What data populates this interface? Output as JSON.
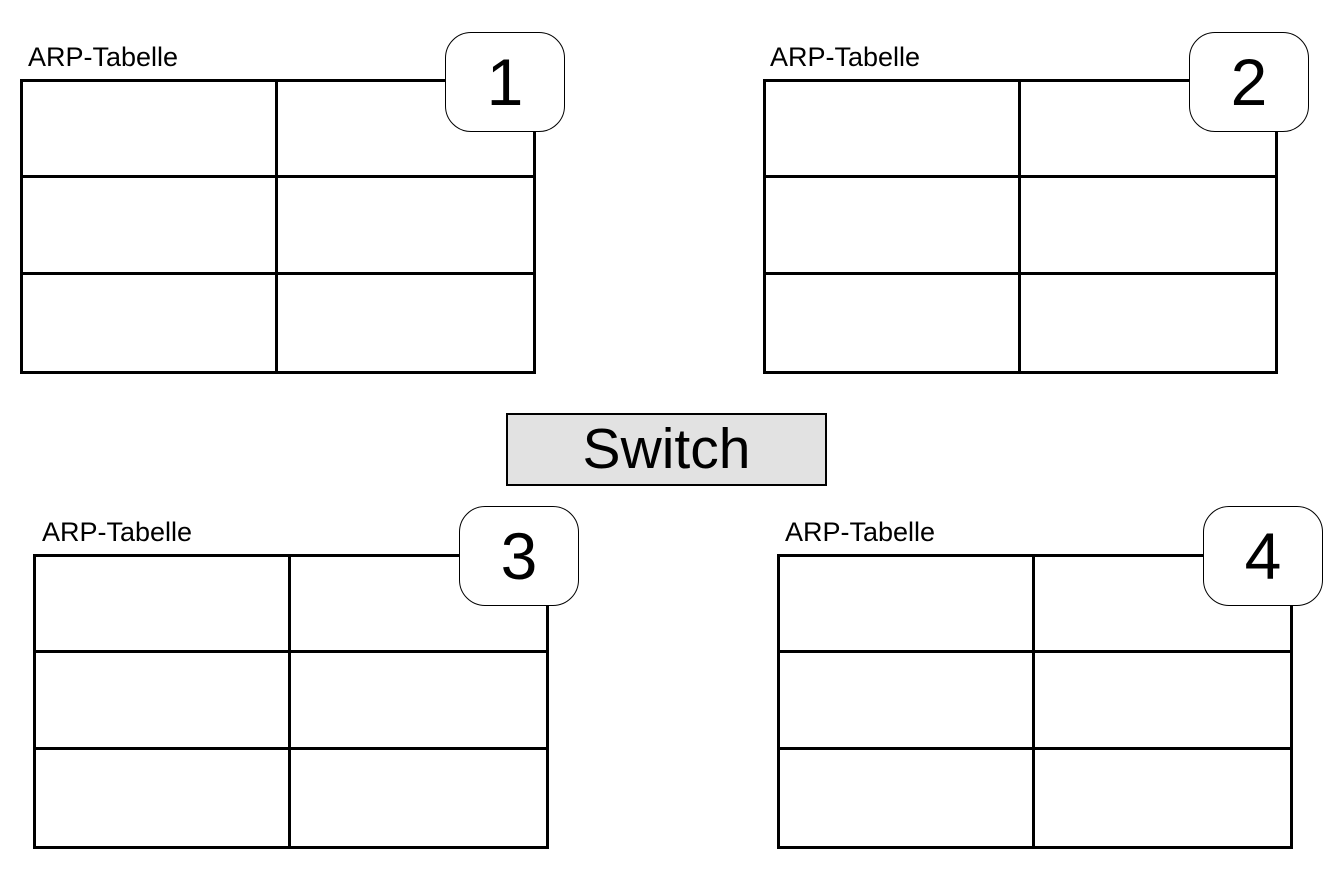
{
  "groups": [
    {
      "label": "ARP-Tabelle",
      "number": "1",
      "columns": 2,
      "rows": 3,
      "cells": [
        [
          "",
          ""
        ],
        [
          "",
          ""
        ],
        [
          "",
          ""
        ]
      ]
    },
    {
      "label": "ARP-Tabelle",
      "number": "2",
      "columns": 2,
      "rows": 3,
      "cells": [
        [
          "",
          ""
        ],
        [
          "",
          ""
        ],
        [
          "",
          ""
        ]
      ]
    },
    {
      "label": "ARP-Tabelle",
      "number": "3",
      "columns": 2,
      "rows": 3,
      "cells": [
        [
          "",
          ""
        ],
        [
          "",
          ""
        ],
        [
          "",
          ""
        ]
      ]
    },
    {
      "label": "ARP-Tabelle",
      "number": "4",
      "columns": 2,
      "rows": 3,
      "cells": [
        [
          "",
          ""
        ],
        [
          "",
          ""
        ],
        [
          "",
          ""
        ]
      ]
    }
  ],
  "switch": {
    "label": "Switch"
  },
  "colors": {
    "background": "#ffffff",
    "line": "#000000",
    "text": "#000000",
    "badge_fill": "#ffffff",
    "switch_fill": "#e2e2e2"
  }
}
